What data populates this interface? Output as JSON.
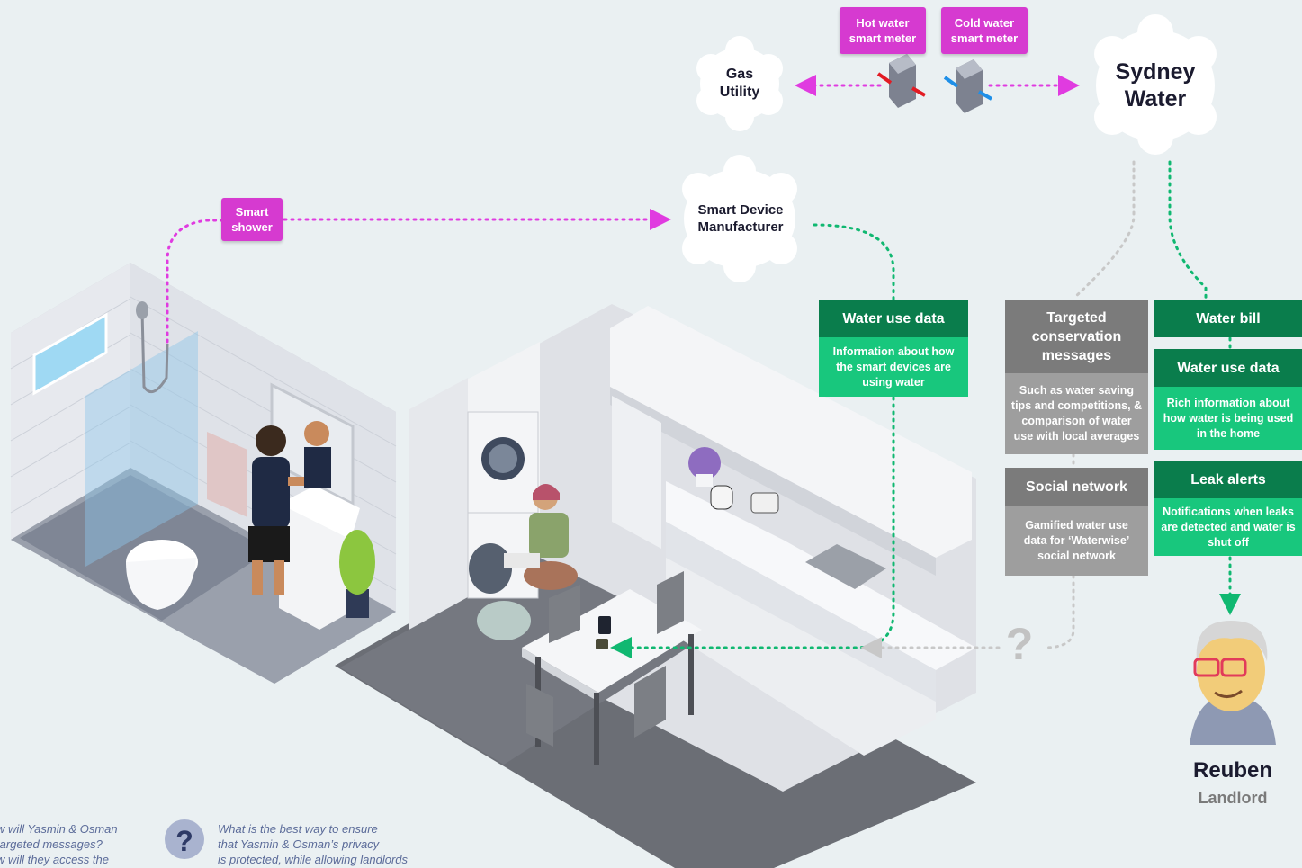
{
  "tags": {
    "hot_water_meter": "Hot water\nsmart meter",
    "cold_water_meter": "Cold water\nsmart meter",
    "smart_shower": "Smart\nshower"
  },
  "clouds": {
    "gas_utility": "Gas\nUtility",
    "sydney_water": "Sydney\nWater",
    "smart_device_manufacturer": "Smart Device\nManufacturer"
  },
  "cards": {
    "manufacturer_water_use": {
      "title": "Water use data",
      "text": "Information about how the smart devices are using water"
    },
    "targeted_messages": {
      "title": "Targeted conservation messages",
      "text": "Such as water saving tips and competitions, & comparison of water use with local averages"
    },
    "social_network": {
      "title": "Social network",
      "text": "Gamified water use data for ‘Waterwise’ social network"
    },
    "water_bill": {
      "title": "Water bill"
    },
    "sydney_water_use": {
      "title": "Water use data",
      "text": "Rich information about how water is being used in the home"
    },
    "leak_alerts": {
      "title": "Leak alerts",
      "text": "Notifications when leaks are detected and water is shut off"
    }
  },
  "person": {
    "name": "Reuben",
    "role": "Landlord"
  },
  "questions": {
    "q1": "w will Yasmin & Osman\ntargeted messages?\nw will they access the",
    "q2": "What is the best way to ensure\nthat Yasmin & Osman’s privacy\nis protected, while allowing landlords"
  },
  "question_mark": "?",
  "colors": {
    "background": "#eaf0f2",
    "magenta": "#d63ad0",
    "green_dark": "#0a7d4c",
    "green_light": "#18c77d",
    "grey_dark": "#7b7b7b",
    "grey_light": "#9e9e9e",
    "question_blue": "#5b6b99"
  }
}
